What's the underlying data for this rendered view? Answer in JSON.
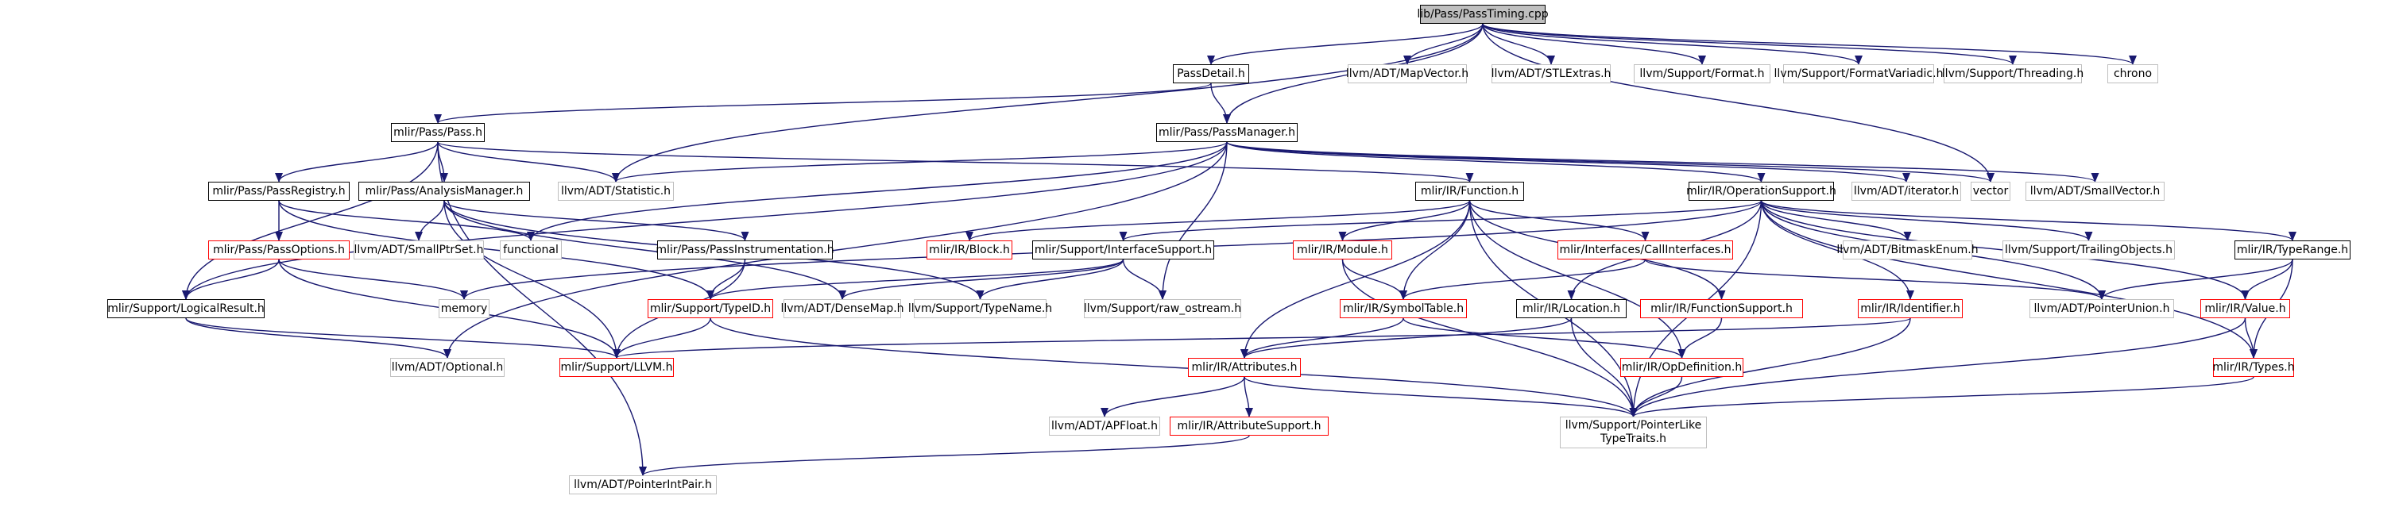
{
  "graph": {
    "edge_color": "#191970",
    "nodes": [
      {
        "id": "root",
        "label": "lib/Pass/PassTiming.cpp",
        "kind": "root"
      },
      {
        "id": "passdetail",
        "label": "PassDetail.h",
        "kind": "doc"
      },
      {
        "id": "mapvector",
        "label": "llvm/ADT/MapVector.h",
        "kind": "ext"
      },
      {
        "id": "stlextras",
        "label": "llvm/ADT/STLExtras.h",
        "kind": "ext"
      },
      {
        "id": "format",
        "label": "llvm/Support/Format.h",
        "kind": "ext"
      },
      {
        "id": "formatvariadic",
        "label": "llvm/Support/FormatVariadic.h",
        "kind": "ext"
      },
      {
        "id": "threading",
        "label": "llvm/Support/Threading.h",
        "kind": "ext"
      },
      {
        "id": "chrono",
        "label": "chrono",
        "kind": "ext"
      },
      {
        "id": "pass",
        "label": "mlir/Pass/Pass.h",
        "kind": "doc"
      },
      {
        "id": "passmanager",
        "label": "mlir/Pass/PassManager.h",
        "kind": "doc"
      },
      {
        "id": "passregistry",
        "label": "mlir/Pass/PassRegistry.h",
        "kind": "doc"
      },
      {
        "id": "analysismanager",
        "label": "mlir/Pass/AnalysisManager.h",
        "kind": "doc"
      },
      {
        "id": "statistic",
        "label": "llvm/ADT/Statistic.h",
        "kind": "ext"
      },
      {
        "id": "function",
        "label": "mlir/IR/Function.h",
        "kind": "doc"
      },
      {
        "id": "operationsupport",
        "label": "mlir/IR/OperationSupport.h",
        "kind": "doc"
      },
      {
        "id": "iterator",
        "label": "llvm/ADT/iterator.h",
        "kind": "ext"
      },
      {
        "id": "vector",
        "label": "vector",
        "kind": "ext"
      },
      {
        "id": "smallvector",
        "label": "llvm/ADT/SmallVector.h",
        "kind": "ext"
      },
      {
        "id": "smallptrset",
        "label": "llvm/ADT/SmallPtrSet.h",
        "kind": "ext"
      },
      {
        "id": "functional",
        "label": "functional",
        "kind": "ext"
      },
      {
        "id": "passinstrumentation",
        "label": "mlir/Pass/PassInstrumentation.h",
        "kind": "doc"
      },
      {
        "id": "passoptions",
        "label": "mlir/Pass/PassOptions.h",
        "kind": "red"
      },
      {
        "id": "block",
        "label": "mlir/IR/Block.h",
        "kind": "red"
      },
      {
        "id": "interfacesupport",
        "label": "mlir/Support/InterfaceSupport.h",
        "kind": "doc"
      },
      {
        "id": "module",
        "label": "mlir/IR/Module.h",
        "kind": "red"
      },
      {
        "id": "callinterfaces",
        "label": "mlir/Interfaces/CallInterfaces.h",
        "kind": "red"
      },
      {
        "id": "bitmaskenum",
        "label": "llvm/ADT/BitmaskEnum.h",
        "kind": "ext"
      },
      {
        "id": "trailingobjects",
        "label": "llvm/Support/TrailingObjects.h",
        "kind": "ext"
      },
      {
        "id": "typerange",
        "label": "mlir/IR/TypeRange.h",
        "kind": "doc"
      },
      {
        "id": "logicalresult",
        "label": "mlir/Support/LogicalResult.h",
        "kind": "doc"
      },
      {
        "id": "memory",
        "label": "memory",
        "kind": "ext"
      },
      {
        "id": "typeid",
        "label": "mlir/Support/TypeID.h",
        "kind": "red"
      },
      {
        "id": "densemap",
        "label": "llvm/ADT/DenseMap.h",
        "kind": "ext"
      },
      {
        "id": "typename",
        "label": "llvm/Support/TypeName.h",
        "kind": "ext"
      },
      {
        "id": "rawostream",
        "label": "llvm/Support/raw_ostream.h",
        "kind": "ext"
      },
      {
        "id": "symboltable",
        "label": "mlir/IR/SymbolTable.h",
        "kind": "red"
      },
      {
        "id": "location",
        "label": "mlir/IR/Location.h",
        "kind": "doc"
      },
      {
        "id": "functionsupport",
        "label": "mlir/IR/FunctionSupport.h",
        "kind": "red"
      },
      {
        "id": "identifier",
        "label": "mlir/IR/Identifier.h",
        "kind": "red"
      },
      {
        "id": "pointerunion",
        "label": "llvm/ADT/PointerUnion.h",
        "kind": "ext"
      },
      {
        "id": "value",
        "label": "mlir/IR/Value.h",
        "kind": "red"
      },
      {
        "id": "optional",
        "label": "llvm/ADT/Optional.h",
        "kind": "ext"
      },
      {
        "id": "llvm",
        "label": "mlir/Support/LLVM.h",
        "kind": "red"
      },
      {
        "id": "attributes",
        "label": "mlir/IR/Attributes.h",
        "kind": "red"
      },
      {
        "id": "opdefinition",
        "label": "mlir/IR/OpDefinition.h",
        "kind": "red"
      },
      {
        "id": "types",
        "label": "mlir/IR/Types.h",
        "kind": "red"
      },
      {
        "id": "apfloat",
        "label": "llvm/ADT/APFloat.h",
        "kind": "ext"
      },
      {
        "id": "attributesupport",
        "label": "mlir/IR/AttributeSupport.h",
        "kind": "red"
      },
      {
        "id": "pointerliketypetraits",
        "label": "llvm/Support/PointerLike\nTypeTraits.h",
        "kind": "ext"
      },
      {
        "id": "pointerintpair",
        "label": "llvm/ADT/PointerIntPair.h",
        "kind": "ext"
      }
    ],
    "edges": [
      [
        "root",
        "passdetail"
      ],
      [
        "root",
        "mapvector"
      ],
      [
        "root",
        "stlextras"
      ],
      [
        "root",
        "format"
      ],
      [
        "root",
        "formatvariadic"
      ],
      [
        "root",
        "threading"
      ],
      [
        "root",
        "chrono"
      ],
      [
        "root",
        "passmanager"
      ],
      [
        "root",
        "statistic"
      ],
      [
        "root",
        "vector"
      ],
      [
        "passdetail",
        "pass"
      ],
      [
        "passdetail",
        "passmanager"
      ],
      [
        "pass",
        "passregistry"
      ],
      [
        "pass",
        "analysismanager"
      ],
      [
        "pass",
        "statistic"
      ],
      [
        "pass",
        "function"
      ],
      [
        "pass",
        "logicalresult"
      ],
      [
        "pass",
        "pointerintpair"
      ],
      [
        "passmanager",
        "operationsupport"
      ],
      [
        "passmanager",
        "iterator"
      ],
      [
        "passmanager",
        "vector"
      ],
      [
        "passmanager",
        "smallvector"
      ],
      [
        "passmanager",
        "statistic"
      ],
      [
        "passmanager",
        "functional"
      ],
      [
        "passmanager",
        "logicalresult"
      ],
      [
        "passmanager",
        "rawostream"
      ],
      [
        "passmanager",
        "optional"
      ],
      [
        "passregistry",
        "passoptions"
      ],
      [
        "passregistry",
        "functional"
      ],
      [
        "passregistry",
        "typeid"
      ],
      [
        "analysismanager",
        "smallptrset"
      ],
      [
        "analysismanager",
        "passinstrumentation"
      ],
      [
        "analysismanager",
        "densemap"
      ],
      [
        "analysismanager",
        "typename"
      ],
      [
        "analysismanager",
        "llvm"
      ],
      [
        "function",
        "block"
      ],
      [
        "function",
        "module"
      ],
      [
        "function",
        "callinterfaces"
      ],
      [
        "function",
        "symboltable"
      ],
      [
        "function",
        "functionsupport"
      ],
      [
        "function",
        "opdefinition"
      ],
      [
        "function",
        "attributes"
      ],
      [
        "function",
        "pointerliketypetraits"
      ],
      [
        "operationsupport",
        "interfacesupport"
      ],
      [
        "operationsupport",
        "bitmaskenum"
      ],
      [
        "operationsupport",
        "trailingobjects"
      ],
      [
        "operationsupport",
        "typerange"
      ],
      [
        "operationsupport",
        "memory"
      ],
      [
        "operationsupport",
        "location"
      ],
      [
        "operationsupport",
        "identifier"
      ],
      [
        "operationsupport",
        "pointerunion"
      ],
      [
        "operationsupport",
        "value"
      ],
      [
        "operationsupport",
        "types"
      ],
      [
        "operationsupport",
        "pointerliketypetraits"
      ],
      [
        "passoptions",
        "logicalresult"
      ],
      [
        "passoptions",
        "memory"
      ],
      [
        "passoptions",
        "llvm"
      ],
      [
        "passinstrumentation",
        "typeid"
      ],
      [
        "passinstrumentation",
        "llvm"
      ],
      [
        "interfacesupport",
        "typeid"
      ],
      [
        "interfacesupport",
        "densemap"
      ],
      [
        "interfacesupport",
        "typename"
      ],
      [
        "interfacesupport",
        "rawostream"
      ],
      [
        "module",
        "symboltable"
      ],
      [
        "module",
        "pointerliketypetraits"
      ],
      [
        "callinterfaces",
        "symboltable"
      ],
      [
        "callinterfaces",
        "pointerunion"
      ],
      [
        "typerange",
        "pointerunion"
      ],
      [
        "typerange",
        "value"
      ],
      [
        "typerange",
        "types"
      ],
      [
        "logicalresult",
        "optional"
      ],
      [
        "logicalresult",
        "llvm"
      ],
      [
        "typeid",
        "llvm"
      ],
      [
        "typeid",
        "pointerliketypetraits"
      ],
      [
        "symboltable",
        "attributes"
      ],
      [
        "symboltable",
        "opdefinition"
      ],
      [
        "location",
        "attributes"
      ],
      [
        "location",
        "pointerliketypetraits"
      ],
      [
        "functionsupport",
        "opdefinition"
      ],
      [
        "identifier",
        "llvm"
      ],
      [
        "identifier",
        "pointerliketypetraits"
      ],
      [
        "value",
        "types"
      ],
      [
        "value",
        "pointerliketypetraits"
      ],
      [
        "attributes",
        "apfloat"
      ],
      [
        "attributes",
        "attributesupport"
      ],
      [
        "attributes",
        "pointerliketypetraits"
      ],
      [
        "opdefinition",
        "pointerliketypetraits"
      ],
      [
        "types",
        "pointerliketypetraits"
      ],
      [
        "attributesupport",
        "pointerintpair"
      ]
    ]
  }
}
